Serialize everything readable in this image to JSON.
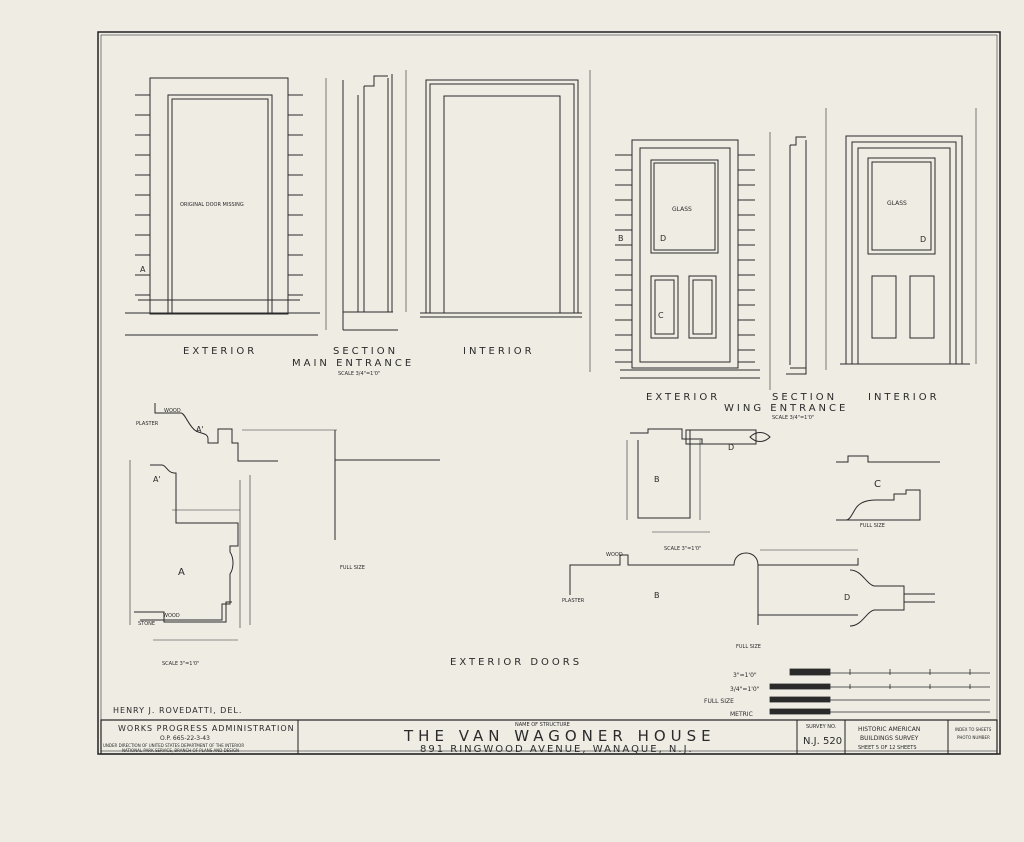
{
  "main_entrance": {
    "exterior_label": "EXTERIOR",
    "section_label": "SECTION",
    "title": "MAIN ENTRANCE",
    "interior_label": "INTERIOR",
    "scale": "SCALE 3/4\"=1'0\"",
    "door_note": "ORIGINAL DOOR MISSING",
    "mark_a": "A"
  },
  "wing_entrance": {
    "exterior_label": "EXTERIOR",
    "section_label": "SECTION",
    "title": "WING ENTRANCE",
    "interior_label": "INTERIOR",
    "scale": "SCALE 3/4\"=1'0\"",
    "glass_label": "GLASS",
    "mark_b": "B",
    "mark_c": "C",
    "mark_d": "D"
  },
  "details": {
    "wood": "WOOD",
    "plaster": "PLASTER",
    "stone": "STONE",
    "full_size": "FULL SIZE",
    "scale_3in": "SCALE 3\"=1'0\"",
    "mark_a": "A",
    "mark_a_prime": "A'",
    "mark_b": "B",
    "mark_c": "C",
    "mark_d": "D"
  },
  "sheet_caption": "EXTERIOR DOORS",
  "delineator": "HENRY J. ROVEDATTI, DEL.",
  "scales": {
    "row1": "3\"=1'0\"",
    "row2": "3/4\"=1'0\"",
    "row3": "FULL SIZE",
    "row4": "METRIC"
  },
  "title_block": {
    "wpa_title": "WORKS PROGRESS ADMINISTRATION",
    "op_number": "O.P. 665-22-3-43",
    "under_direction": "UNDER DIRECTION OF UNITED STATES DEPARTMENT OF THE INTERIOR",
    "nps": "NATIONAL PARK SERVICE, BRANCH OF PLANS AND DESIGN",
    "name_label": "NAME OF STRUCTURE",
    "structure_name": "THE VAN WAGONER HOUSE",
    "address": "891 RINGWOOD AVENUE, WANAQUE, N.J.",
    "survey_label": "SURVEY NO.",
    "survey_number": "N.J. 520",
    "habs_line1": "HISTORIC AMERICAN",
    "habs_line2": "BUILDINGS SURVEY",
    "sheet_info": "SHEET 5 OF 12 SHEETS",
    "index_line1": "INDEX TO SHEETS",
    "index_line2": "PHOTO NUMBER"
  }
}
